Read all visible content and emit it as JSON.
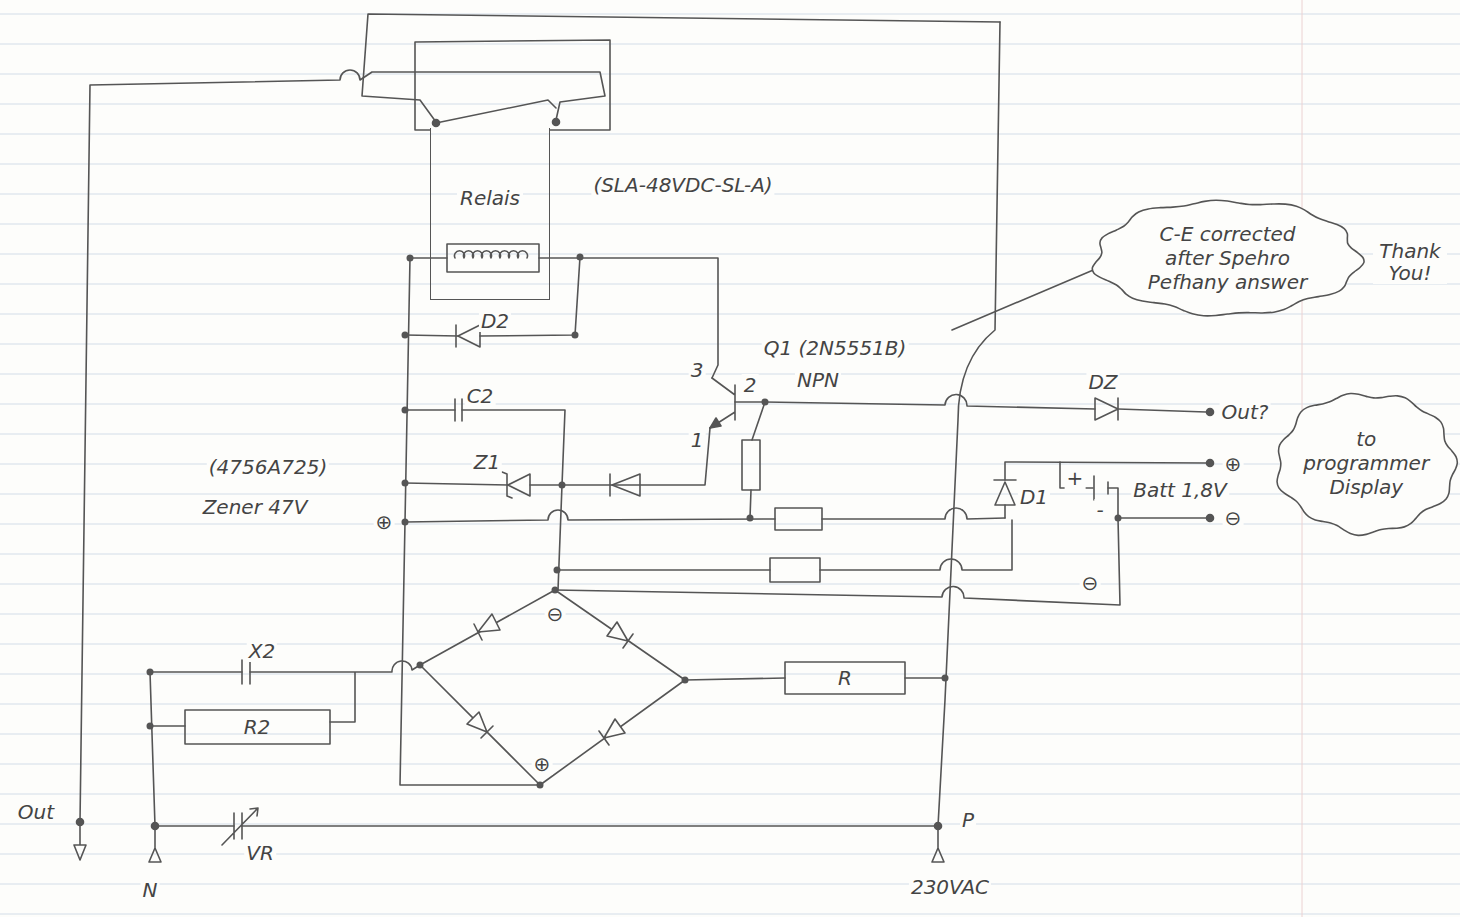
{
  "diagram": {
    "nodes": [
      {
        "text": [
          "Relais"
        ]
      },
      {
        "text": [
          "C-E corrected after Spehro Pefhany answer"
        ]
      },
      {
        "text": [
          "to programmer Display"
        ]
      }
    ],
    "labels": [
      "(SLA-48VDC-SL-A)",
      "D2",
      "C2",
      "Z1",
      "(4756A725)",
      "Zener 47V",
      "Q1 (2N5551B)",
      "NPN",
      "3",
      "2",
      "1",
      "DZ",
      "Out?",
      "D1",
      "+",
      "-",
      "Batt 1,8V",
      "⊕",
      "⊖",
      "⊖",
      "⊕",
      "⊖",
      "⊕",
      "X2",
      "R2",
      "R",
      "Out",
      "N",
      "VR",
      "P",
      "230VAC",
      "Thank You!"
    ]
  }
}
